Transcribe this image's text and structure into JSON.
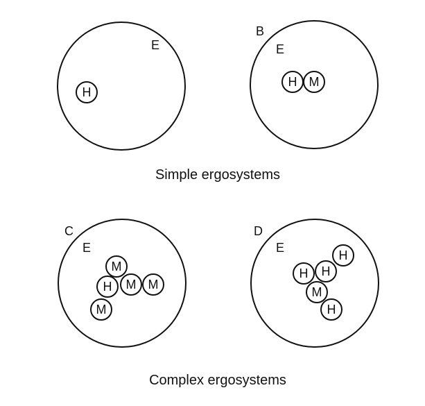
{
  "figure": {
    "caption_top": "Simple ergosystems",
    "caption_bottom": "Complex ergosystems",
    "environment_label": "E",
    "panels": [
      {
        "id": "a",
        "label": "",
        "env_label": "E",
        "nodes": [
          "H"
        ]
      },
      {
        "id": "b",
        "label": "B",
        "env_label": "E",
        "nodes": [
          "H",
          "M"
        ]
      },
      {
        "id": "c",
        "label": "C",
        "env_label": "E",
        "nodes": [
          "M",
          "H",
          "M",
          "M",
          "M"
        ]
      },
      {
        "id": "d",
        "label": "D",
        "env_label": "E",
        "nodes": [
          "H",
          "H",
          "H",
          "M",
          "H"
        ]
      }
    ]
  }
}
